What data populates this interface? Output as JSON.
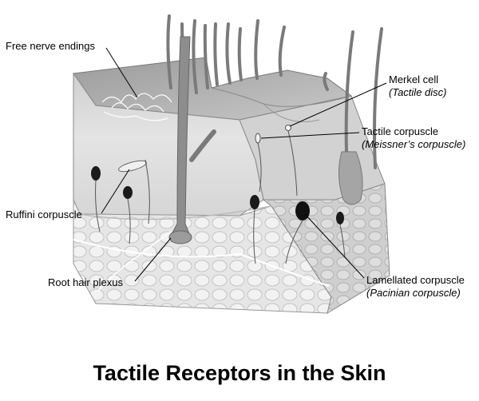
{
  "title": "Tactile Receptors in the Skin",
  "labels": {
    "free_nerve_endings": "Free nerve endings",
    "merkel_cell": "Merkel cell",
    "merkel_cell_alt": "(Tactile disc)",
    "tactile_corpuscle": "Tactile corpuscle",
    "tactile_corpuscle_alt": "(Meissner’s corpuscle)",
    "ruffini_corpuscle": "Ruffini corpuscle",
    "root_hair_plexus": "Root hair plexus",
    "lamellated_corpuscle": "Lamellated corpuscle",
    "lamellated_corpuscle_alt": "(Pacinian corpuscle)"
  }
}
